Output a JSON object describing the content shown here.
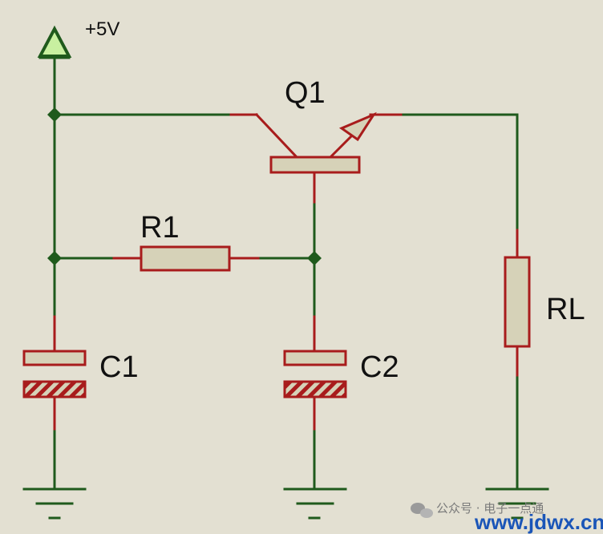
{
  "power": {
    "label": "+5V"
  },
  "components": {
    "q1": {
      "label": "Q1"
    },
    "r1": {
      "label": "R1"
    },
    "rl": {
      "label": "RL"
    },
    "c1": {
      "label": "C1"
    },
    "c2": {
      "label": "C2"
    }
  },
  "watermark": {
    "account": "公众号 · 电子一点通",
    "url": "www.jdwx.cn"
  },
  "colors": {
    "wire": "#1f5a1c",
    "component": "#a81c1c",
    "component_fill": "#d6d2b8",
    "background": "#e3e0d2"
  }
}
